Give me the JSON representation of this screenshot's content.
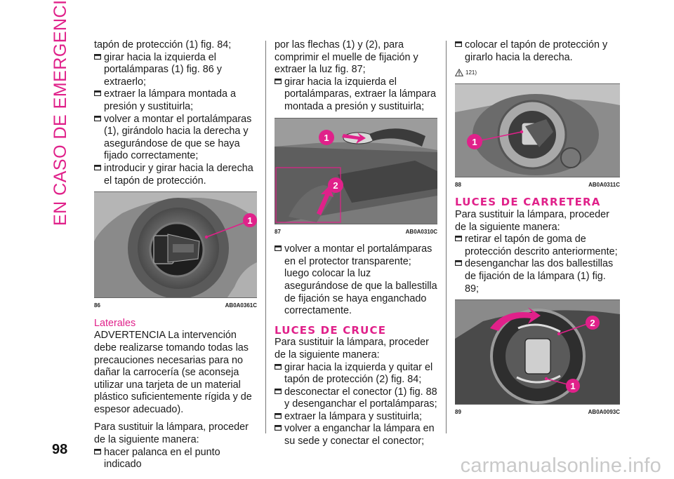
{
  "side_title": "EN CASO DE EMERGENCIA",
  "page_number": "98",
  "watermark": "carmanualsonline.info",
  "col1": {
    "line0": "tapón de protección (1) fig. 84;",
    "bullets": [
      "girar hacia la izquierda el portalámparas (1) fig. 86 y extraerlo;",
      "extraer la lámpara montada a presión y sustituirla;",
      "volver a montar el portalámparas (1), girándolo hacia la derecha y asegurándose de que se haya fijado correctamente;",
      "introducir y girar hacia la derecha el tapón de protección."
    ],
    "fig": {
      "num": "86",
      "code": "AB0A0361C",
      "callout": "1"
    },
    "sub_title": "Laterales",
    "warning": "ADVERTENCIA La intervención debe realizarse tomando todas las precauciones necesarias para no dañar la carrocería (se aconseja utilizar una tarjeta de un material plástico suficientemente rígida y de espesor adecuado).",
    "intro": "Para sustituir la lámpara, proceder de la siguiente manera:",
    "last_bullet": "hacer palanca en el punto indicado"
  },
  "col2": {
    "line0": "por las flechas (1) y (2), para comprimir el muelle de fijación y extraer la luz fig. 87;",
    "bullet1": "girar hacia la izquierda el portalámparas, extraer la lámpara montada a presión y sustituirla;",
    "fig": {
      "num": "87",
      "code": "AB0A0310C",
      "callout1": "1",
      "callout2": "2"
    },
    "bullet2": "volver a montar el portalámparas en el protector transparente; luego colocar la luz asegurándose de que la ballestilla de fijación se haya enganchado correctamente.",
    "sec_title": "LUCES DE CRUCE",
    "intro": "Para sustituir la lámpara, proceder de la siguiente manera:",
    "bullets": [
      "girar hacia la izquierda y quitar el tapón de protección (2) fig. 84;",
      "desconectar el conector (1) fig. 88 y desenganchar el portalámparas;",
      "extraer la lámpara y sustituirla;",
      "volver a enganchar la lámpara en su sede y conectar el conector;"
    ]
  },
  "col3": {
    "bullet0": "colocar el tapón de protección y girarlo hacia la derecha.",
    "warn_ref": "121)",
    "fig88": {
      "num": "88",
      "code": "AB0A0311C",
      "callout": "1"
    },
    "sec_title": "LUCES DE CARRETERA",
    "intro": "Para sustituir la lámpara, proceder de la siguiente manera:",
    "bullets": [
      "retirar el tapón de goma de protección descrito anteriormente;",
      "desenganchar las dos ballestillas de fijación de la lámpara (1) fig. 89;"
    ],
    "fig89": {
      "num": "89",
      "code": "AB0A0093C",
      "callout1": "2",
      "callout2": "1"
    }
  },
  "colors": {
    "accent": "#e0218a",
    "text": "#1a1a1a",
    "watermark": "#c9c9c9"
  }
}
